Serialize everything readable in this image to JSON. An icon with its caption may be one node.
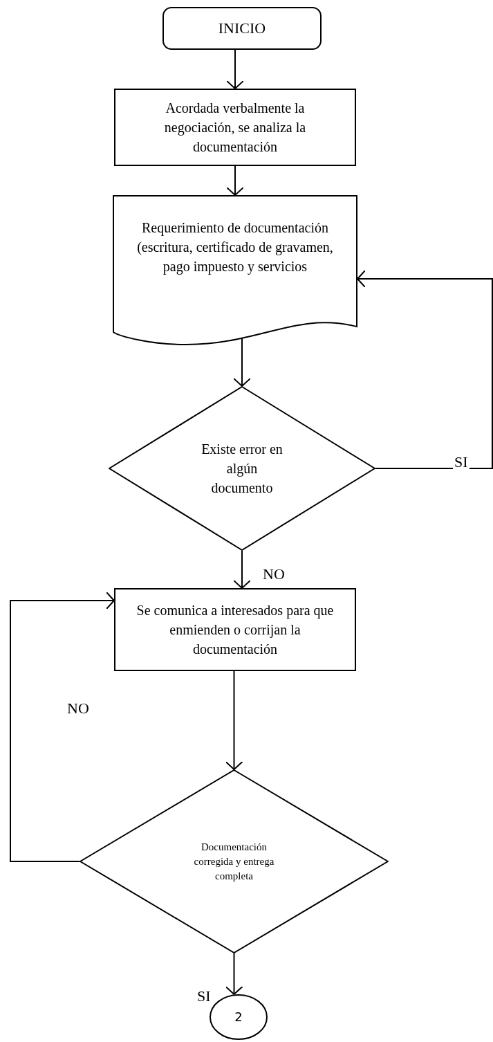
{
  "diagram": {
    "nodes": [
      {
        "text": [
          "INICIO"
        ]
      },
      {
        "text": [
          "Acordada verbalmente la negociación, se analiza la documentación"
        ]
      },
      {
        "text": [
          "Requerimiento de documentación (escritura, certificado de gravamen, pago impuesto y servicios"
        ]
      },
      {
        "text": [
          "Existe error en algún documento"
        ]
      },
      {
        "text": [
          "Se comunica a interesados para que enmienden o corrijan la documentación"
        ]
      },
      {
        "text": [
          "Documentación corregida y entrega completa"
        ]
      },
      {
        "text": [
          "2"
        ]
      }
    ],
    "edges": [
      {
        "from": 0,
        "to": 1,
        "arrow": "to"
      },
      {
        "from": 1,
        "to": 2,
        "arrow": "to"
      },
      {
        "from": 2,
        "to": 3,
        "arrow": "to"
      },
      {
        "from": 3,
        "to": 2,
        "arrow": "to",
        "label": "SI"
      },
      {
        "from": 3,
        "to": 4,
        "arrow": "to",
        "label": "NO"
      },
      {
        "from": 4,
        "to": 5,
        "arrow": "to"
      },
      {
        "from": 5,
        "to": 4,
        "arrow": "to",
        "label": "NO"
      },
      {
        "from": 5,
        "to": 6,
        "arrow": "to",
        "label": "SI"
      }
    ]
  }
}
